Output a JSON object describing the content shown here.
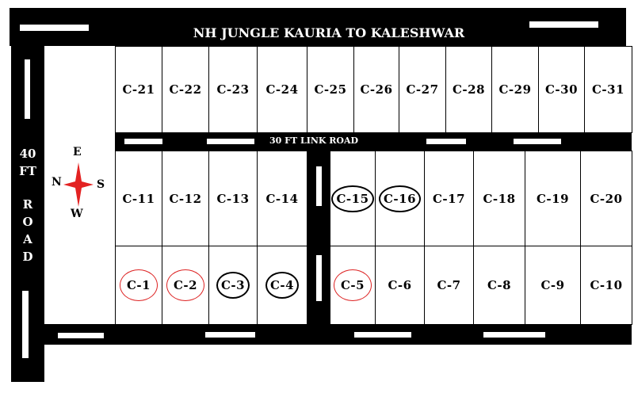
{
  "roads": {
    "top": "NH JUNGLE KAURIA TO KALESHWAR",
    "link": "30 FT LINK ROAD",
    "left_line1": "40",
    "left_line2": "FT",
    "left_line3": "R",
    "left_line4": "O",
    "left_line5": "A",
    "left_line6": "D"
  },
  "compass": {
    "north": "N",
    "south": "S",
    "east": "E",
    "west": "W",
    "color": "#e32222"
  },
  "plots": {
    "top_row": [
      "C-21",
      "C-22",
      "C-23",
      "C-24",
      "C-25",
      "C-26",
      "C-27",
      "C-28",
      "C-29",
      "C-30",
      "C-31"
    ],
    "middle_left": [
      "C-11",
      "C-12",
      "C-13",
      "C-14"
    ],
    "middle_right": [
      "C-15",
      "C-16",
      "C-17",
      "C-18",
      "C-19",
      "C-20"
    ],
    "bottom_left": [
      "C-1",
      "C-2",
      "C-3",
      "C-4"
    ],
    "bottom_right": [
      "C-5",
      "C-6",
      "C-7",
      "C-8",
      "C-9",
      "C-10"
    ]
  },
  "marked": {
    "C-1": "red",
    "C-2": "red",
    "C-5": "red",
    "C-3": "black",
    "C-4": "black",
    "C-15": "black",
    "C-16": "black"
  }
}
